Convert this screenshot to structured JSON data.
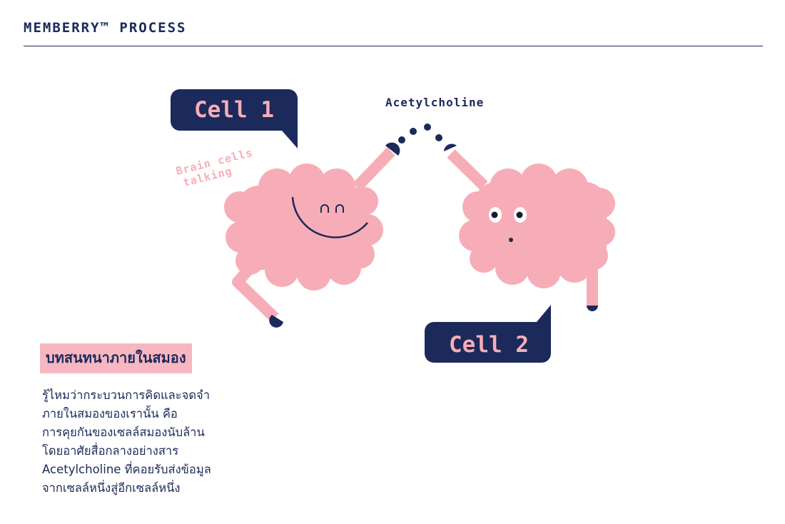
{
  "header": {
    "title": "MEMBERRY™ PROCESS"
  },
  "diagram": {
    "cell1_label": "Cell 1",
    "cell2_label": "Cell 2",
    "neurotransmitter_label": "Acetylcholine",
    "caption_line1": "Brain cells",
    "caption_line2": "talking",
    "colors": {
      "navy": "#1b2a5a",
      "pink": "#f7adb7",
      "dark_pink": "#f2a0ac"
    }
  },
  "section": {
    "title": "บทสนทนาภายในสมอง",
    "body_lines": [
      "รู้ไหมว่ากระบวนการคิดและจดจำ",
      "ภายในสมองของเรานั้น คือ",
      "การคุยกันของเซลล์สมองนับล้าน",
      "โดยอาศัยสื่อกลางอย่างสาร",
      "Acetylcholine ที่คอยรับส่งข้อมูล",
      "จากเซลล์หนึ่งสู่อีกเซลล์หนึ่ง"
    ]
  }
}
